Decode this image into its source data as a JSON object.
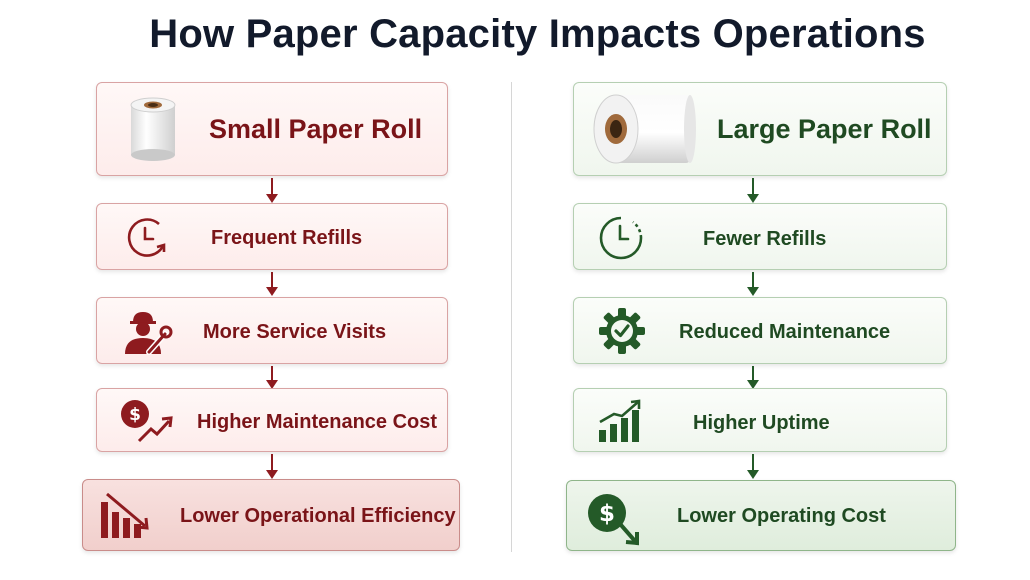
{
  "title": "How Paper Capacity Impacts Operations",
  "colors": {
    "red": "#8e1b1f",
    "green": "#245a28",
    "title": "#121a2b"
  },
  "left": {
    "header": "Small Paper Roll",
    "header_icon": "small-paper-roll-icon",
    "steps": [
      {
        "label": "Frequent Refills",
        "icon": "clock-icon"
      },
      {
        "label": "More Service Visits",
        "icon": "technician-wrench-icon"
      },
      {
        "label": "Higher Maintenance Cost",
        "icon": "dollar-rising-icon"
      },
      {
        "label": "Lower Operational Efficiency",
        "icon": "declining-bars-icon"
      }
    ]
  },
  "right": {
    "header": "Large Paper Roll",
    "header_icon": "large-paper-roll-icon",
    "steps": [
      {
        "label": "Fewer Refills",
        "icon": "clock-icon"
      },
      {
        "label": "Reduced Maintenance",
        "icon": "gear-check-icon"
      },
      {
        "label": "Higher Uptime",
        "icon": "rising-bars-icon"
      },
      {
        "label": "Lower Operating Cost",
        "icon": "dollar-falling-icon"
      }
    ]
  }
}
